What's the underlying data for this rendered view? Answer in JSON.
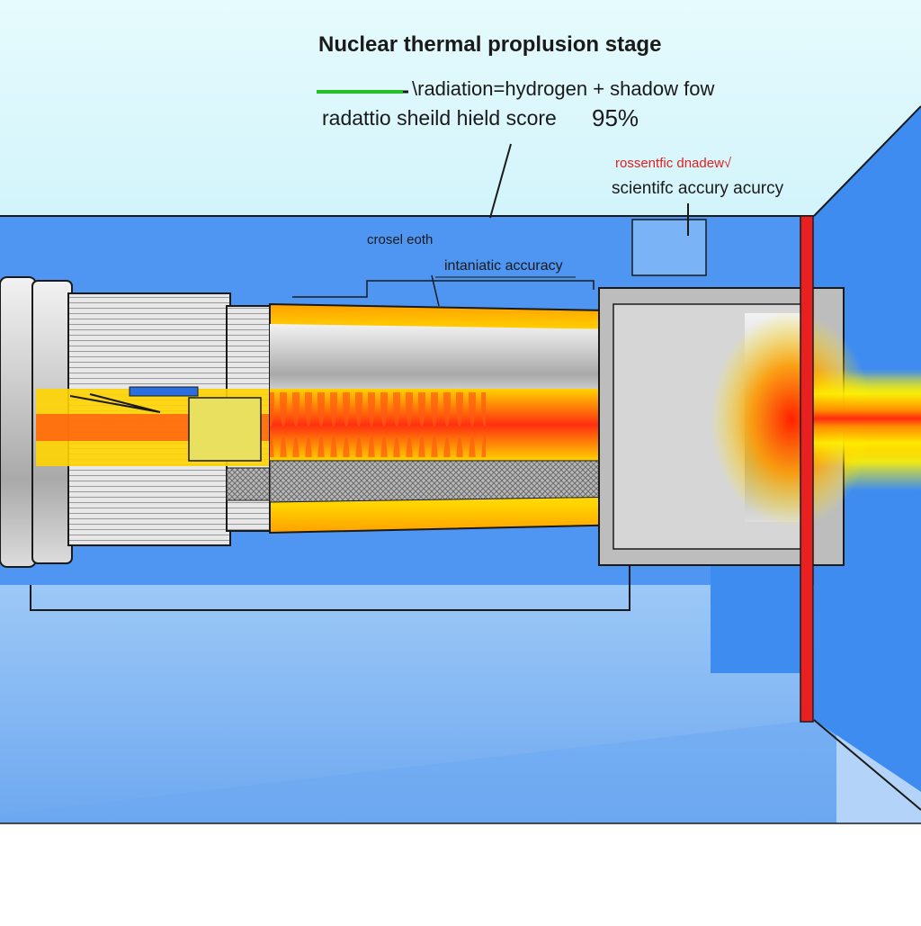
{
  "diagram": {
    "title": "Nuclear thermal proplusion stage",
    "labels": {
      "radiation_flow": "\\radiation=hydrogen + shadow fow",
      "shield_score_label": "radattio sheild hield score",
      "shield_score_value": "95%",
      "red_note": "rossentfic dnadew√",
      "accuracy_note": "scientifc accury acurcy",
      "crosel_note": "crosel eoth",
      "intaniatic_note": "intaniatic accuracy"
    }
  },
  "colors": {
    "sky": "#dcf8fc",
    "blue_dark": "#3f8cf0",
    "blue_light": "#7bb4f6",
    "shield_red": "#e82020",
    "flame_yellow": "#ffe200",
    "flame_orange": "#ff8a00",
    "metal": "#c8c8c8"
  },
  "icons": [
    "green-arrow-icon"
  ]
}
